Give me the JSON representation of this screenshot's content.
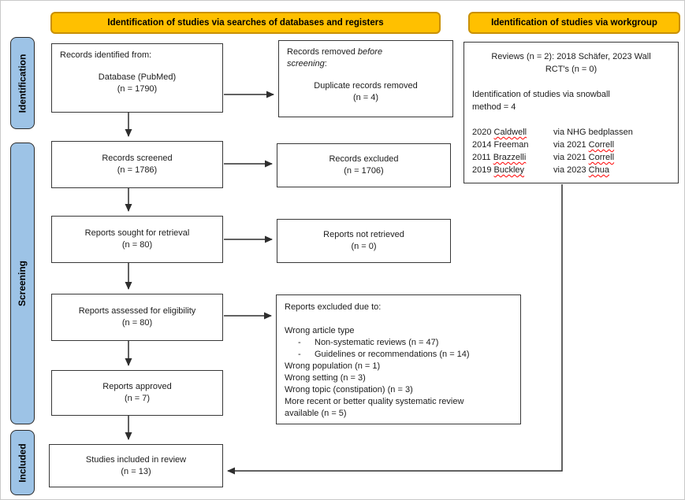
{
  "banners": {
    "databases": "Identification of studies via searches of databases and registers",
    "workgroup": "Identification of studies via workgroup"
  },
  "sidebar": {
    "identification": "Identification",
    "screening": "Screening",
    "included": "Included"
  },
  "boxes": {
    "records_identified": {
      "line1": "Records identified from:",
      "line2": "Database (PubMed)",
      "line3": "(n = 1790)"
    },
    "records_removed": {
      "prefix": "Records removed ",
      "italic": "before screening",
      "suffix": ":",
      "line2": "Duplicate records removed",
      "line3": "(n = 4)"
    },
    "records_screened": {
      "line1": "Records screened",
      "line2": "(n = 1786)"
    },
    "records_excluded": {
      "line1": "Records excluded",
      "line2": "(n = 1706)"
    },
    "reports_sought": {
      "line1": "Reports sought for retrieval",
      "line2": "(n = 80)"
    },
    "reports_not_retrieved": {
      "line1": "Reports not retrieved",
      "line2": "(n = 0)"
    },
    "reports_assessed": {
      "line1": "Reports assessed for eligibility",
      "line2": "(n = 80)"
    },
    "reports_approved": {
      "line1": "Reports approved",
      "line2": "(n = 7)"
    },
    "studies_included": {
      "line1": "Studies included in review",
      "line2": "(n = 13)"
    },
    "excluded_reasons": {
      "title": "Reports excluded due to:",
      "bullet": "-",
      "line_article": "Wrong article type",
      "bullet1": "Non-systematic reviews (n = 47)",
      "bullet2": "Guidelines or recommendations (n = 14)",
      "line_population": "Wrong population (n = 1)",
      "line_setting": "Wrong setting (n = 3)",
      "line_topic": "Wrong topic (constipation) (n = 3)",
      "line_recent1": "More recent or better quality systematic review",
      "line_recent2": "available (n = 5)"
    },
    "workgroup": {
      "reviews_line1": "Reviews (n = 2): 2018 Schäfer, 2023 Wall",
      "reviews_line2": "RCT's (n = 0)",
      "snowball_line1": "Identification of studies via snowball",
      "snowball_line2": "method = 4",
      "studies": [
        {
          "l1": "2020 ",
          "l2": "Caldwell",
          "r1": "via NHG bedplassen",
          "r2": ""
        },
        {
          "l1": "2014 Freeman",
          "l2": "",
          "r1": "via 2021 ",
          "r2": "Correll"
        },
        {
          "l1": "2011 ",
          "l2": "Brazzelli",
          "r1": "via 2021 ",
          "r2": "Correll"
        },
        {
          "l1": "2019 ",
          "l2": "Buckley",
          "r1": "via 2023 ",
          "r2": "Chua"
        }
      ]
    }
  },
  "colors": {
    "banner_fill": "#FFC000",
    "banner_border": "#C99000",
    "sidebar_fill": "#9DC3E6",
    "squiggle": "#FF0000",
    "line": "#2e2e2e"
  }
}
